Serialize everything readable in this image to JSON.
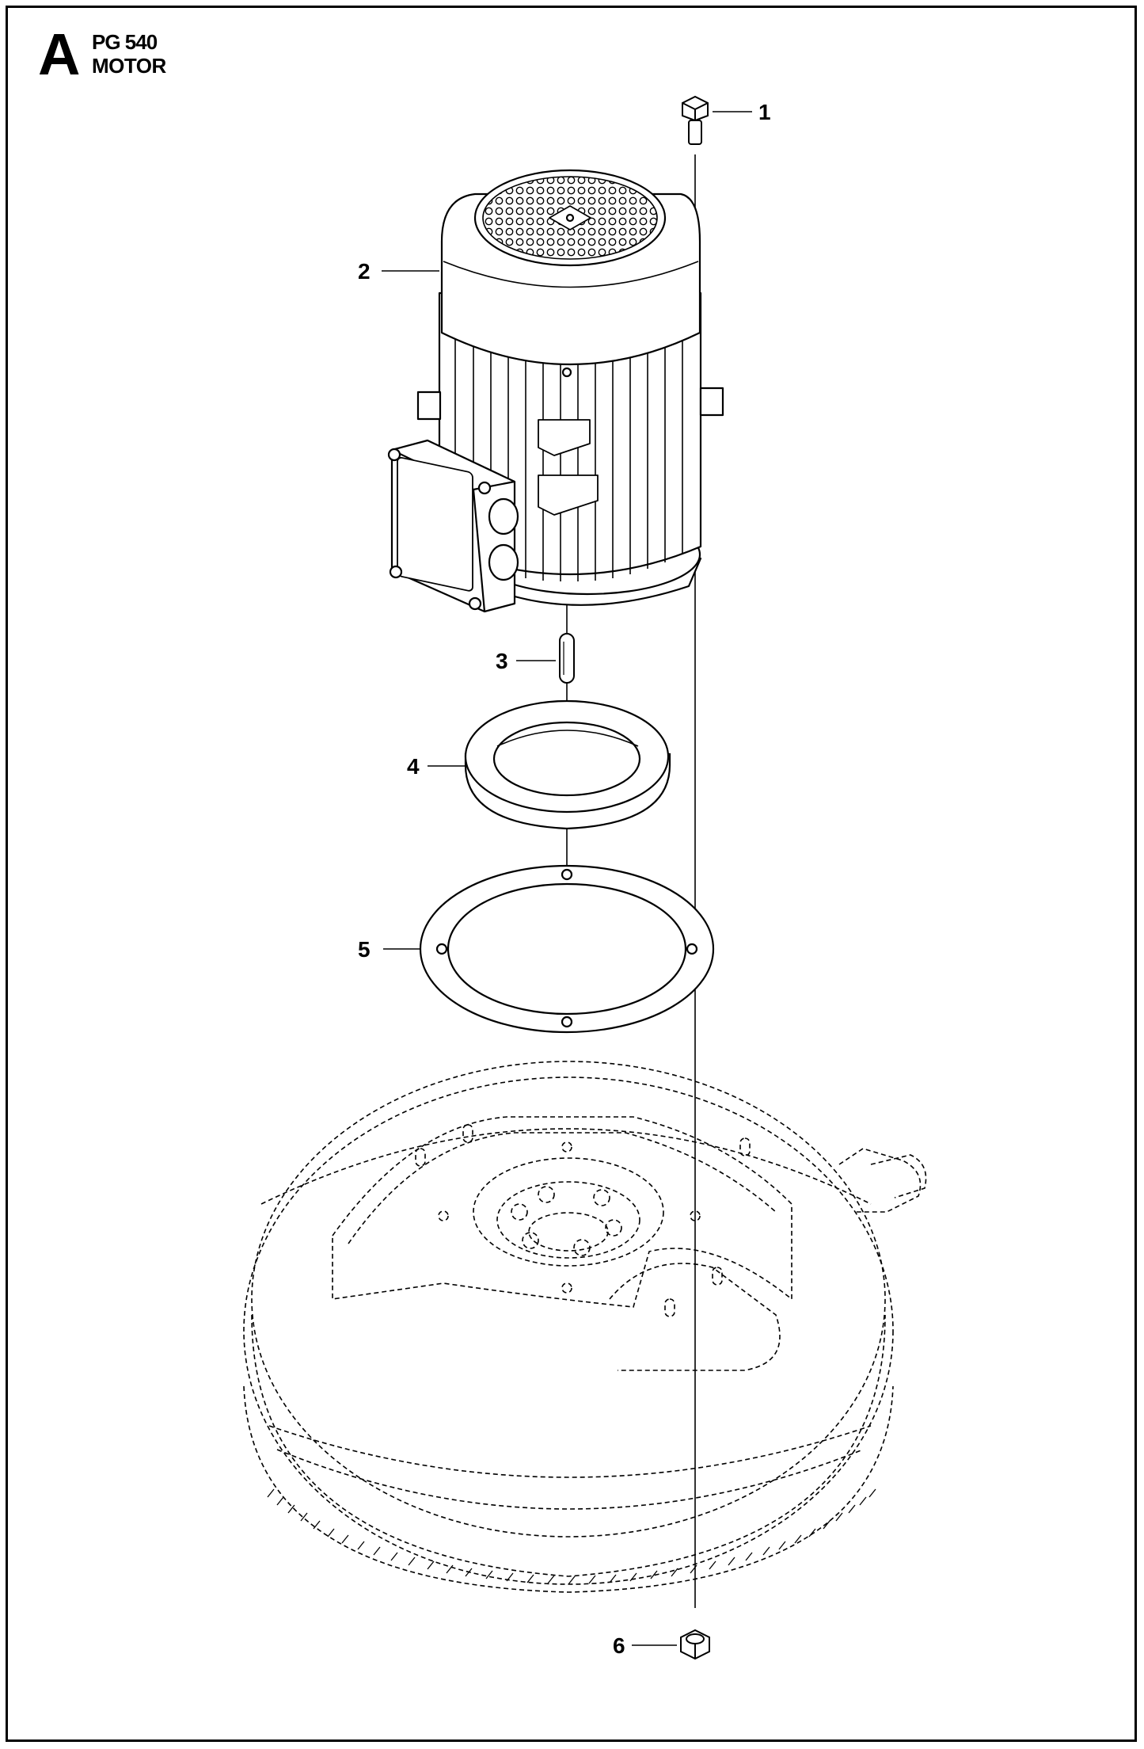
{
  "header": {
    "section_letter": "A",
    "model": "PG 540",
    "title": "MOTOR"
  },
  "callouts": [
    {
      "number": "1",
      "part": "bolt"
    },
    {
      "number": "2",
      "part": "electric-motor"
    },
    {
      "number": "3",
      "part": "shaft-key"
    },
    {
      "number": "4",
      "part": "spacer-ring"
    },
    {
      "number": "5",
      "part": "gasket"
    },
    {
      "number": "6",
      "part": "nut"
    }
  ],
  "colors": {
    "line": "#000000",
    "background": "#ffffff"
  }
}
